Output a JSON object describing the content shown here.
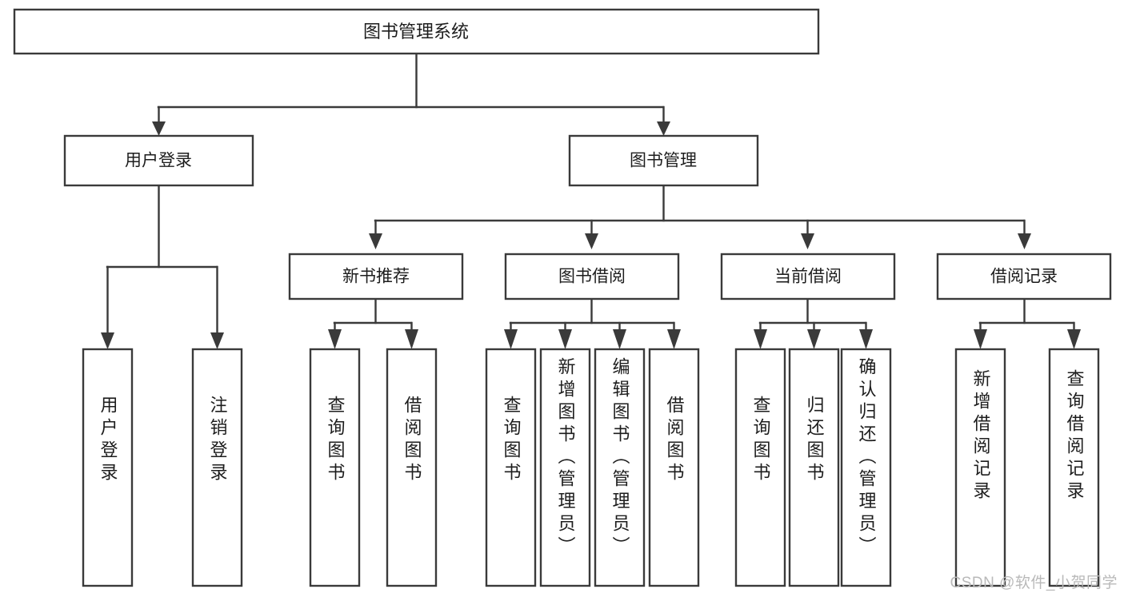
{
  "diagram": {
    "title": "图书管理系统",
    "type": "tree",
    "watermark": "CSDN @软件_小贺同学",
    "line_color": "#3a3a3a",
    "box_fill": "#ffffff",
    "text_color": "#1d1d1d",
    "watermark_color": "#b9b9b9",
    "root": {
      "id": "root",
      "label": "图书管理系统"
    },
    "level2": [
      {
        "id": "user-login",
        "label": "用户登录"
      },
      {
        "id": "book-management",
        "label": "图书管理"
      }
    ],
    "level3": [
      {
        "id": "new-book-recommend",
        "label": "新书推荐",
        "parent": "book-management"
      },
      {
        "id": "book-borrow",
        "label": "图书借阅",
        "parent": "book-management"
      },
      {
        "id": "current-borrow",
        "label": "当前借阅",
        "parent": "book-management"
      },
      {
        "id": "borrow-record",
        "label": "借阅记录",
        "parent": "book-management"
      }
    ],
    "leaves": [
      {
        "id": "leaf-user-login",
        "label": "用户登录",
        "parent": "user-login"
      },
      {
        "id": "leaf-logout-login",
        "label": "注销登录",
        "parent": "user-login"
      },
      {
        "id": "leaf-query-book-1",
        "label": "查询图书",
        "parent": "new-book-recommend"
      },
      {
        "id": "leaf-borrow-book-1",
        "label": "借阅图书",
        "parent": "new-book-recommend"
      },
      {
        "id": "leaf-query-book-2",
        "label": "查询图书",
        "parent": "book-borrow"
      },
      {
        "id": "leaf-add-book",
        "label": "新增图书（管理员）",
        "parent": "book-borrow"
      },
      {
        "id": "leaf-edit-book",
        "label": "编辑图书（管理员）",
        "parent": "book-borrow"
      },
      {
        "id": "leaf-borrow-book-2",
        "label": "借阅图书",
        "parent": "book-borrow"
      },
      {
        "id": "leaf-query-book-3",
        "label": "查询图书",
        "parent": "current-borrow"
      },
      {
        "id": "leaf-return-book",
        "label": "归还图书",
        "parent": "current-borrow"
      },
      {
        "id": "leaf-confirm-return",
        "label": "确认归还（管理员）",
        "parent": "current-borrow"
      },
      {
        "id": "leaf-add-record",
        "label": "新增借阅记录",
        "parent": "borrow-record"
      },
      {
        "id": "leaf-query-record",
        "label": "查询借阅记录",
        "parent": "borrow-record"
      }
    ]
  }
}
